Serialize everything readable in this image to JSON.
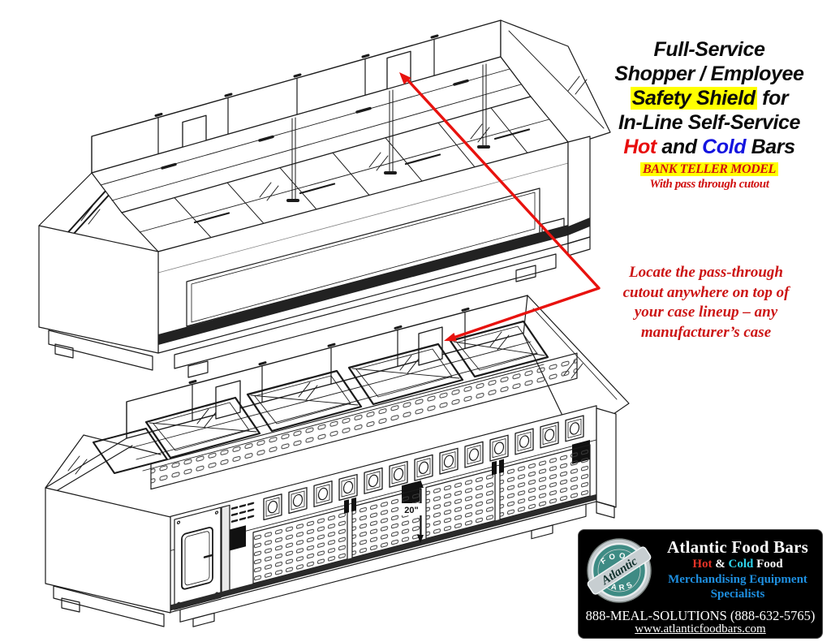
{
  "title": {
    "line1": "Full-Service",
    "line2": "Shopper / Employee",
    "line3_highlight": "Safety Shield",
    "line3_rest": " for",
    "line4": "In-Line Self-Service",
    "line5_hot": "Hot",
    "line5_mid": " and ",
    "line5_cold": "Cold",
    "line5_end": " Bars",
    "model_line": "BANK TELLER MODEL",
    "model_subline": "With pass through cutout"
  },
  "annotation": {
    "line1": "Locate the pass-through",
    "line2": "cutout anywhere on top of",
    "line3": "your case lineup – any",
    "line4": "manufacturer’s case"
  },
  "drawing": {
    "dimension_label": "20\"",
    "top_unit": "in-line self-service bar with safety shield and pass-through cutout",
    "bottom_unit": "hot food bar with controls, vents and safety shield pass-through cutout"
  },
  "footer": {
    "logo_arc_top": "FOOD",
    "logo_banner": "Atlantic",
    "logo_arc_bottom": "BARS",
    "company": "Atlantic Food Bars",
    "tagline1_hot": "Hot",
    "tagline1_amp": " & ",
    "tagline1_cold": "Cold",
    "tagline1_food": " Food",
    "tagline2": "Merchandising Equipment",
    "tagline3": "Specialists",
    "phone": "888-MEAL-SOLUTIONS (888-632-5765)",
    "website": "www.atlanticfoodbars.com"
  },
  "colors": {
    "title_red": "#e80c0c",
    "title_blue": "#1414e0",
    "highlight_yellow": "#ffff00",
    "annotation_red": "#cc1414",
    "arrow_red": "#e8120e",
    "line_color": "#1b1b1b",
    "footer_bg": "#000000",
    "footer_blue": "#1e8fe0",
    "footer_cyan": "#2ed0e8",
    "footer_red": "#e53327",
    "logo_teal": "#3e8b84"
  }
}
